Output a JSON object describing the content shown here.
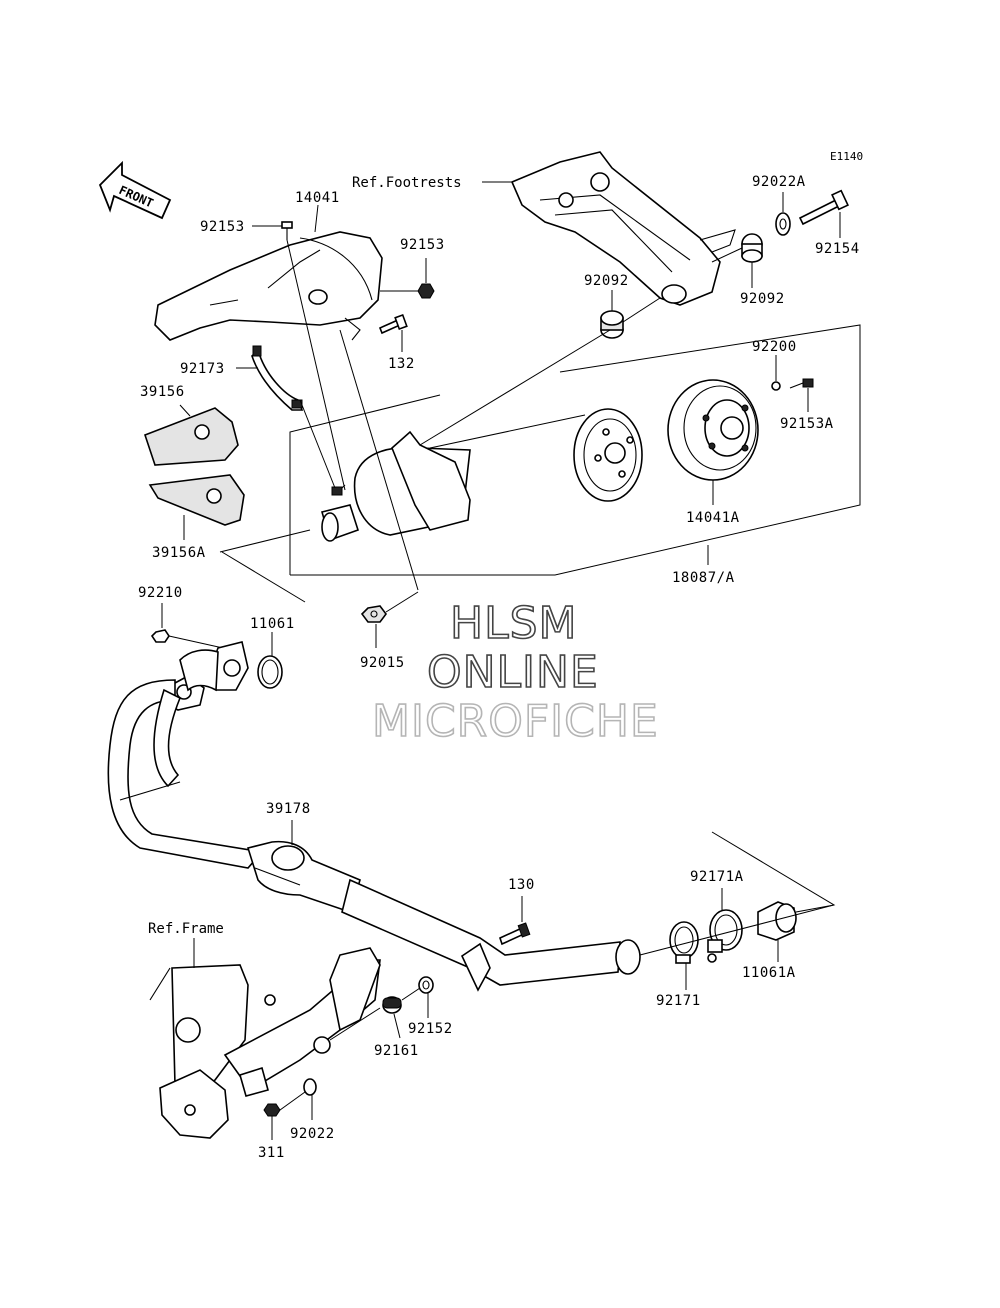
{
  "diagram_code": "E1140",
  "front_label": "FRONT",
  "references": {
    "footrests": "Ref.Footrests",
    "frame": "Ref.Frame"
  },
  "watermark": {
    "line1": "HLSM",
    "line2": "ONLINE",
    "line3": "MICROFICHE"
  },
  "parts": {
    "p92153_top": "92153",
    "p14041": "14041",
    "p92153_right": "92153",
    "p132": "132",
    "p92173": "92173",
    "p39156": "39156",
    "p39156A": "39156A",
    "p92022A": "92022A",
    "p92154": "92154",
    "p92092_right": "92092",
    "p92092_left": "92092",
    "p92200": "92200",
    "p92153A": "92153A",
    "p14041A": "14041A",
    "p18087A": "18087/A",
    "p92015": "92015",
    "p92210": "92210",
    "p11061": "11061",
    "p39178": "39178",
    "p130": "130",
    "p92171A": "92171A",
    "p92171": "92171",
    "p11061A": "11061A",
    "p92152": "92152",
    "p92161": "92161",
    "p92022": "92022",
    "p311": "311"
  }
}
